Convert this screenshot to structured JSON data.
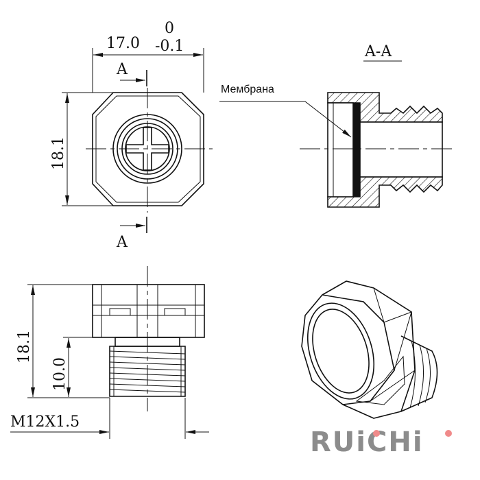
{
  "front_view": {
    "width_dim": "17.0",
    "tol_upper": "0",
    "tol_lower": "-0.1",
    "height_dim": "18.1",
    "section_mark_top": "A",
    "section_mark_bottom": "A"
  },
  "section_view": {
    "title": "A-A",
    "membrane_label": "Мембрана"
  },
  "side_view": {
    "total_height_dim": "18.1",
    "thread_length_dim": "10.0",
    "thread_spec": "M12X1.5"
  },
  "logo": {
    "text": "RUiCHi",
    "text_color": "#8c8c8c",
    "dot_color": "#f08a8a"
  }
}
